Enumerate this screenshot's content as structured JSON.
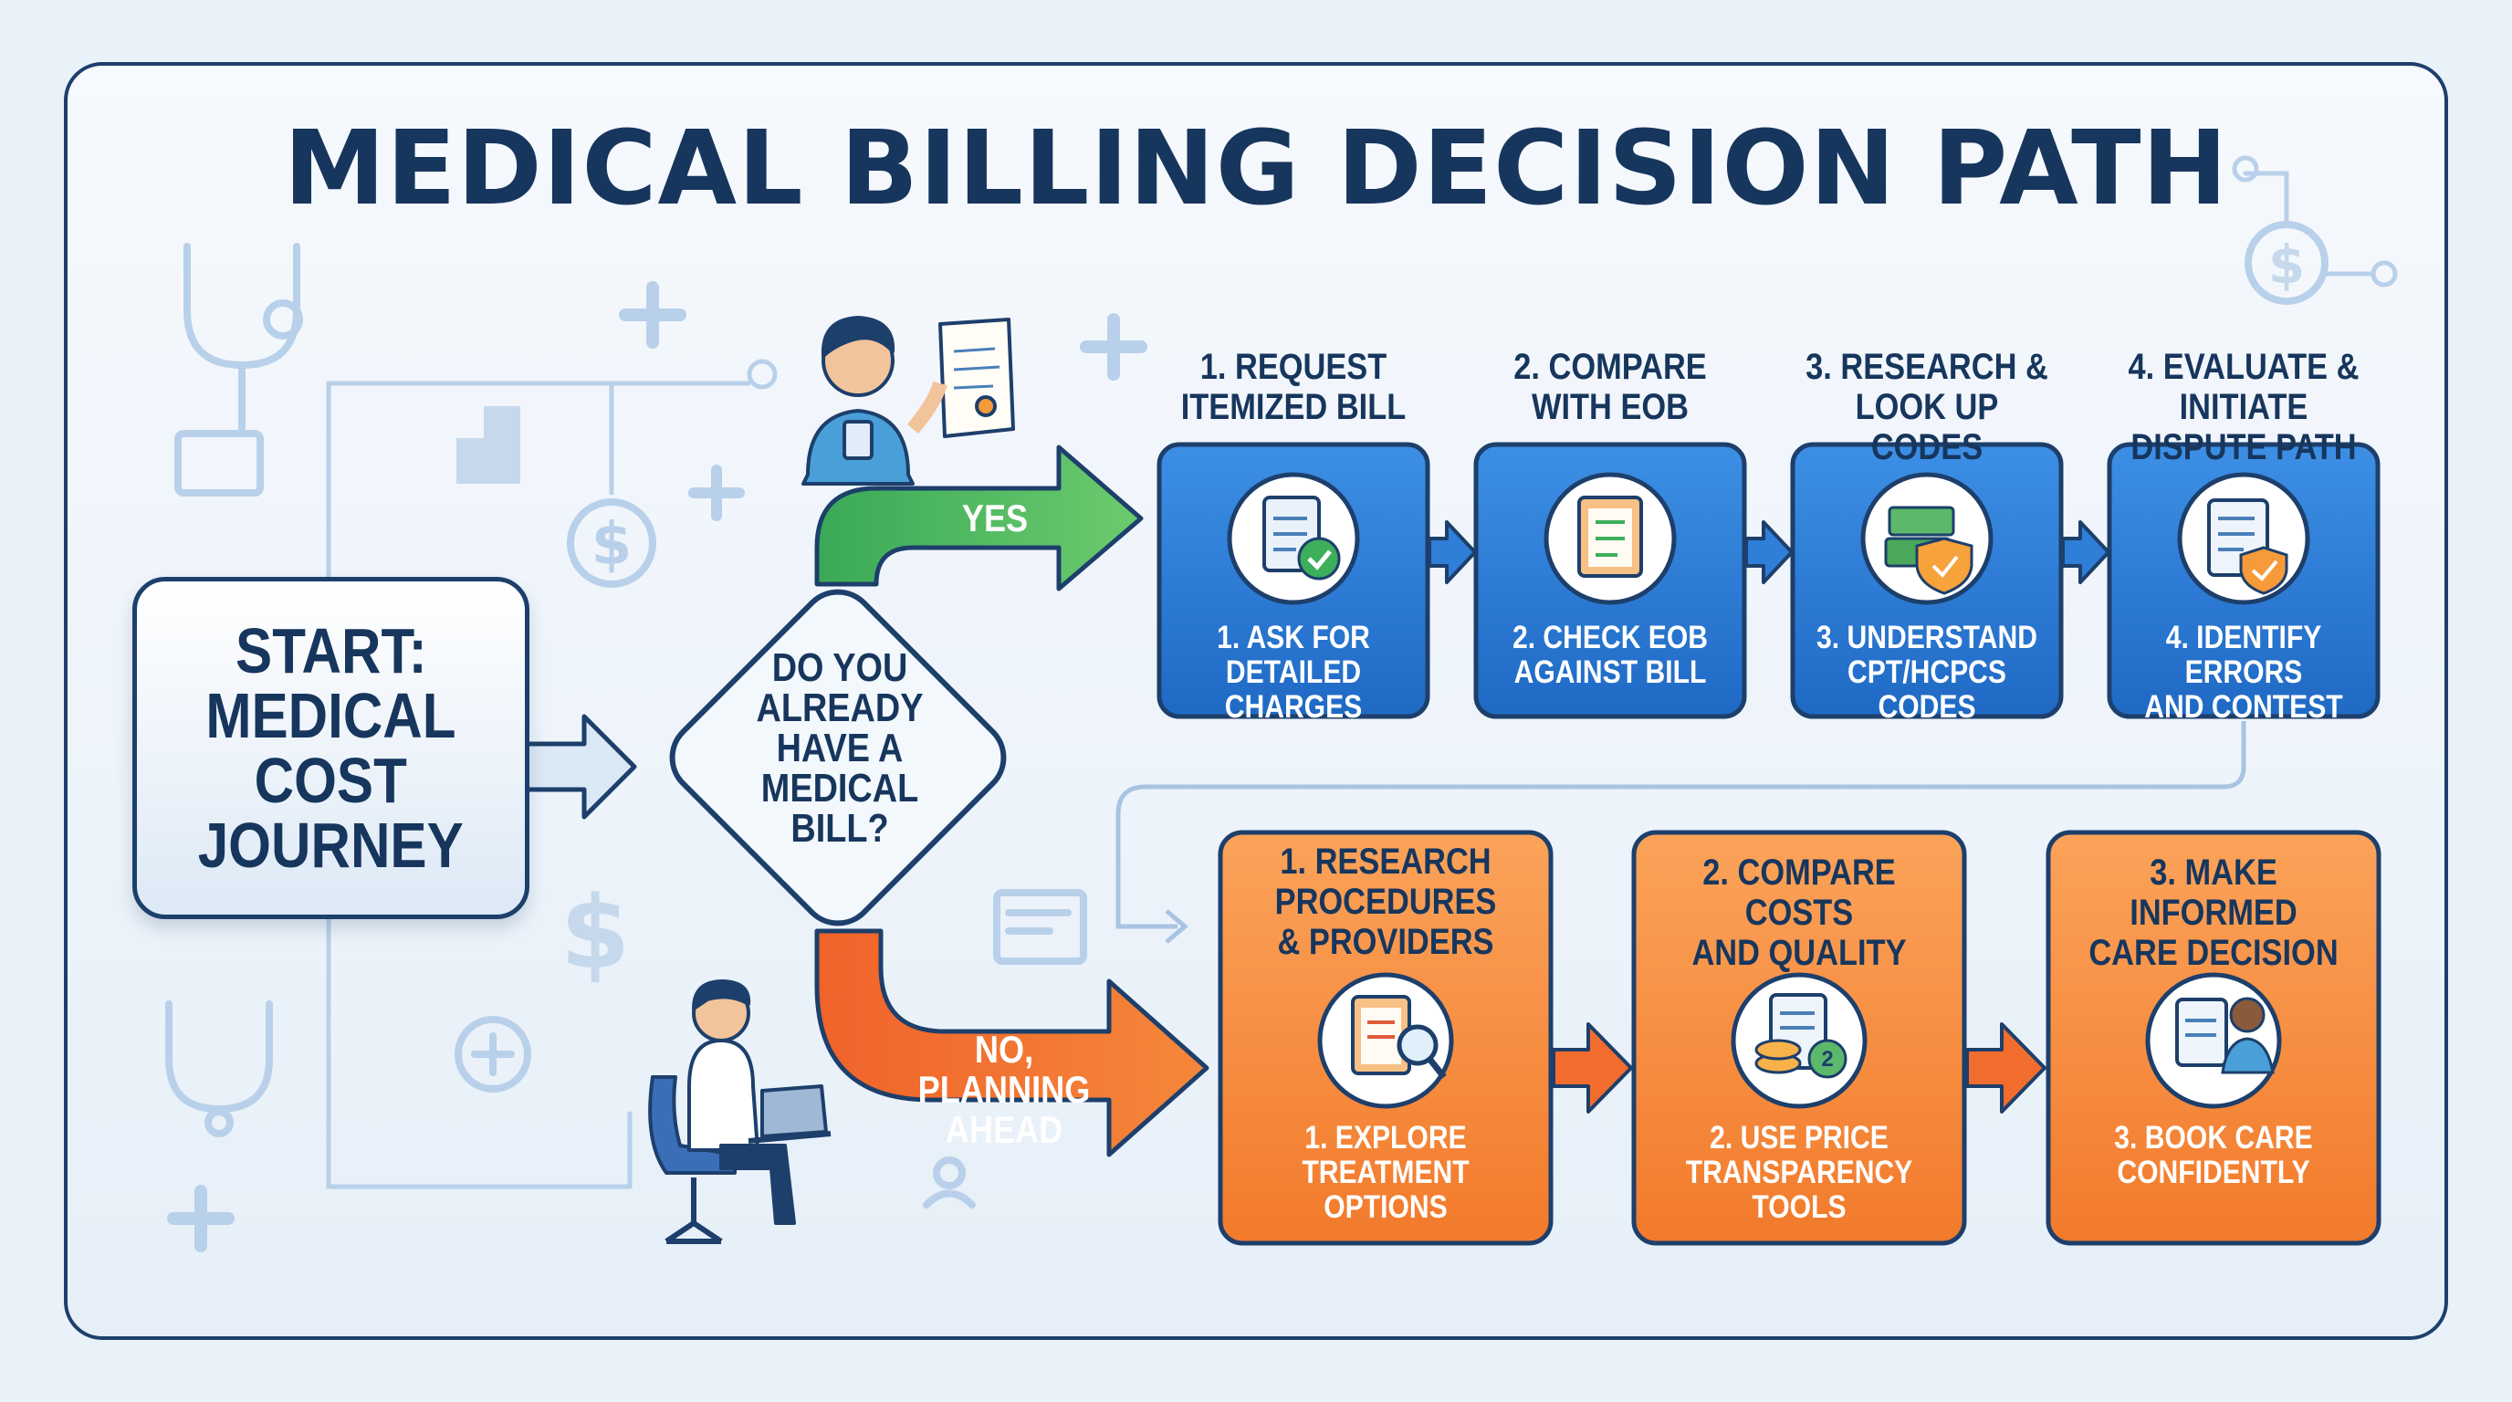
{
  "title": "MEDICAL BILLING DECISION PATH",
  "start": {
    "lines": [
      "START:",
      "MEDICAL",
      "COST",
      "JOURNEY"
    ]
  },
  "decision": {
    "lines": [
      "DO YOU",
      "ALREADY",
      "HAVE A",
      "MEDICAL",
      "BILL?"
    ]
  },
  "yes_branch": {
    "label": "YES",
    "steps": [
      {
        "heading": [
          "1. REQUEST",
          "ITEMIZED BILL"
        ],
        "caption": [
          "1. ASK FOR",
          "DETAILED CHARGES"
        ],
        "icon": "clipboard-check-icon"
      },
      {
        "heading": [
          "2. COMPARE",
          "WITH EOB"
        ],
        "caption": [
          "2. CHECK EOB",
          "AGAINST BILL"
        ],
        "icon": "clipboard-list-icon"
      },
      {
        "heading": [
          "3. RESEARCH &",
          "LOOK UP CODES"
        ],
        "caption": [
          "3. UNDERSTAND",
          "CPT/HCPCS CODES"
        ],
        "icon": "money-shield-icon"
      },
      {
        "heading": [
          "4. EVALUATE & INITIATE",
          "DISPUTE PATH"
        ],
        "caption": [
          "4. IDENTIFY ERRORS",
          "AND CONTEST"
        ],
        "icon": "document-shield-icon"
      }
    ]
  },
  "no_branch": {
    "label": [
      "NO, PLANNING",
      "AHEAD"
    ],
    "steps": [
      {
        "heading": [
          "1. RESEARCH",
          "PROCEDURES",
          "& PROVIDERS"
        ],
        "caption": [
          "1. EXPLORE",
          "TREATMENT",
          "OPTIONS"
        ],
        "icon": "clipboard-magnifier-icon"
      },
      {
        "heading": [
          "2. COMPARE COSTS",
          "AND QUALITY"
        ],
        "caption": [
          "2. USE PRICE",
          "TRANSPARENCY",
          "TOOLS"
        ],
        "icon": "coins-document-icon"
      },
      {
        "heading": [
          "3. MAKE INFORMED",
          "CARE DECISION"
        ],
        "caption": [
          "3. BOOK CARE",
          "CONFIDENTLY"
        ],
        "icon": "doctor-clipboard-icon"
      }
    ]
  },
  "colors": {
    "navy": "#17365d",
    "blue_step": "#2f7ed8",
    "orange_step": "#f7883a",
    "green_arrow": "#4cb862",
    "orange_arrow": "#f26d2d",
    "background": "#e9f1f9"
  },
  "decorations": [
    "stethoscope-icon",
    "plus-icon",
    "dollar-icon",
    "chart-icon",
    "user-icon"
  ],
  "illustrations": [
    "doctor-with-bill-illustration",
    "person-with-laptop-illustration"
  ]
}
